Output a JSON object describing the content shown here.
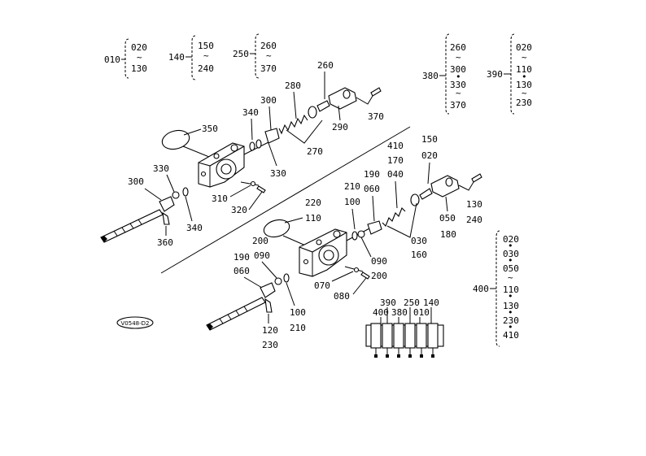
{
  "diagram": {
    "refs": {
      "r010": "010",
      "r020": "020",
      "r130": "130",
      "r140": "140",
      "r150": "150",
      "r240": "240",
      "r250": "250",
      "r260": "260",
      "r370": "370",
      "g380": "380",
      "g380_a": "260",
      "g380_b": "300",
      "g380_c": "330",
      "g380_d": "370",
      "g390": "390",
      "g390_a": "020",
      "g390_b": "110",
      "g390_c": "130",
      "g390_d": "230",
      "g400": "400",
      "g400_items": [
        "020",
        "030",
        "050",
        "110",
        "130",
        "230",
        "410"
      ],
      "tilde": "~",
      "dot": "•"
    },
    "upper": {
      "p260": "260",
      "p280": "280",
      "p300a": "300",
      "p340a": "340",
      "p350": "350",
      "p290": "290",
      "p370": "370",
      "p270": "270",
      "p330a": "330",
      "p330b": "330",
      "p300b": "300",
      "p310": "310",
      "p320": "320",
      "p340b": "340",
      "p360": "360"
    },
    "lower": {
      "p150": "150",
      "p020": "020",
      "p410": "410",
      "p170": "170",
      "p040": "040",
      "p190": "190",
      "p060": "060",
      "p210": "210",
      "p100": "100",
      "p220": "220",
      "p110": "110",
      "p050": "050",
      "p180": "180",
      "p130": "130",
      "p240": "240",
      "p030": "030",
      "p160": "160",
      "p200a": "200",
      "p090a": "090",
      "p090b": "090",
      "p200b": "200",
      "p070": "070",
      "p080": "080",
      "p190b": "190",
      "p060b": "060",
      "p100b": "100",
      "p210b": "210",
      "p120": "120",
      "p230": "230"
    },
    "mini": {
      "m390": "390",
      "m400": "400",
      "m380": "380",
      "m250": "250",
      "m010": "010",
      "m140": "140"
    },
    "figure_id": "V0548-D2"
  }
}
